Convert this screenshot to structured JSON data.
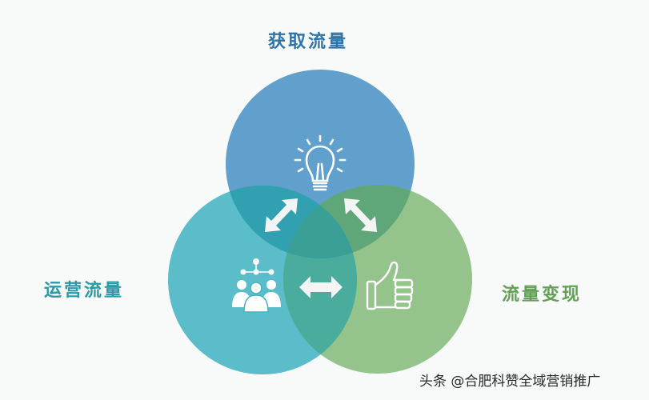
{
  "diagram": {
    "type": "venn",
    "circles": [
      {
        "id": "acquire",
        "label": "获取流量",
        "color": "#5b9bcb",
        "icon": "lightbulb-icon"
      },
      {
        "id": "operate",
        "label": "运营流量",
        "color": "#55b9c6",
        "icon": "team-network-icon"
      },
      {
        "id": "monetize",
        "label": "流量变现",
        "color": "#8cbf83",
        "icon": "thumbs-up-icon"
      }
    ],
    "connectors": [
      {
        "between": [
          "acquire",
          "operate"
        ],
        "icon": "diagonal-double-arrow-icon"
      },
      {
        "between": [
          "acquire",
          "monetize"
        ],
        "icon": "diagonal-double-arrow-icon"
      },
      {
        "between": [
          "operate",
          "monetize"
        ],
        "icon": "horizontal-double-arrow-icon"
      }
    ],
    "label_colors": {
      "acquire": "#2e74a8",
      "operate": "#2a9aa8",
      "monetize": "#62a055"
    }
  },
  "watermark": "头条 @合肥科赞全域营销推广"
}
